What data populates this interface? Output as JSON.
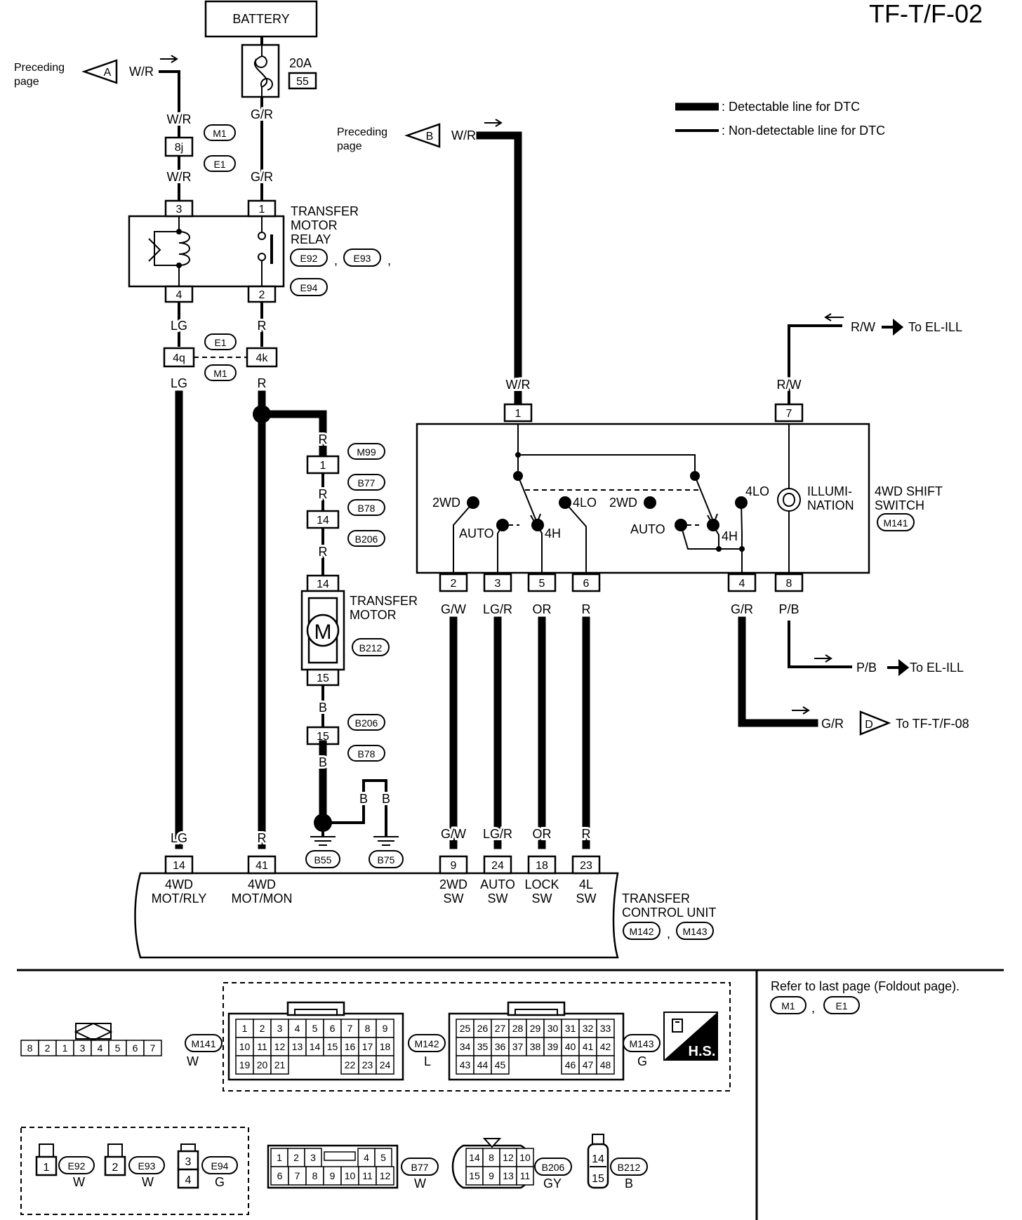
{
  "title": "TF-T/F-02",
  "legend": {
    "detectable": ": Detectable line for DTC",
    "non_detectable": ": Non-detectable line for DTC"
  },
  "battery": {
    "label": "BATTERY",
    "fuse_amp": "20A",
    "fuse_no": "55"
  },
  "offpage": {
    "preceding_page": [
      "Preceding",
      "page"
    ],
    "A": "A",
    "B": "B",
    "D": "D",
    "to_el_ill": "To EL-ILL",
    "to_tft08": "To TF-T/F-08"
  },
  "wire_colors": {
    "WR": "W/R",
    "GR": "G/R",
    "LG": "LG",
    "R": "R",
    "B": "B",
    "GW": "G/W",
    "LGR": "LG/R",
    "OR": "OR",
    "RW": "R/W",
    "PB": "P/B"
  },
  "connectors": {
    "M1": "M1",
    "E1": "E1",
    "E92": "E92",
    "E93": "E93",
    "E94": "E94",
    "M99": "M99",
    "B77": "B77",
    "B78": "B78",
    "B206": "B206",
    "B212": "B212",
    "B55": "B55",
    "B75": "B75",
    "M141": "M141",
    "M142": "M142",
    "M143": "M143"
  },
  "pins": {
    "p8j": "8j",
    "p4q": "4q",
    "p4k": "4k",
    "p1": "1",
    "p2": "2",
    "p3": "3",
    "p4": "4",
    "p5": "5",
    "p6": "6",
    "p7": "7",
    "p8": "8",
    "p9": "9",
    "p14": "14",
    "p15": "15",
    "p18": "18",
    "p23": "23",
    "p24": "24",
    "p41": "41"
  },
  "relay": {
    "l1": "TRANSFER",
    "l2": "MOTOR",
    "l3": "RELAY",
    "sep": ",",
    "sep2": ","
  },
  "motor": {
    "l1": "TRANSFER",
    "l2": "MOTOR",
    "symbol": "M"
  },
  "shift_switch": {
    "l1": "4WD SHIFT",
    "l2": "SWITCH",
    "pos_2wd": "2WD",
    "pos_auto": "AUTO",
    "pos_4h": "4H",
    "pos_4lo": "4LO",
    "illum1": "ILLUMI-",
    "illum2": "NATION"
  },
  "tcu": {
    "l1": "TRANSFER",
    "l2": "CONTROL UNIT",
    "sep": ",",
    "t14a": "4WD",
    "t14b": "MOT/RLY",
    "t41a": "4WD",
    "t41b": "MOT/MON",
    "t9a": "2WD",
    "t9b": "SW",
    "t24a": "AUTO",
    "t24b": "SW",
    "t18a": "LOCK",
    "t18b": "SW",
    "t23a": "4L",
    "t23b": "SW"
  },
  "refer": {
    "text": "Refer to last page (Foldout page).",
    "sep": ","
  },
  "hs_label": "H.S.",
  "connector_views": {
    "m141": {
      "pins": [
        "8",
        "2",
        "1",
        "3",
        "4",
        "5",
        "6",
        "7"
      ],
      "color": "W"
    },
    "m142": {
      "rows": [
        [
          "1",
          "2",
          "3",
          "4",
          "5",
          "6",
          "7",
          "8",
          "9"
        ],
        [
          "10",
          "11",
          "12",
          "13",
          "14",
          "15",
          "16",
          "17",
          "18"
        ],
        [
          "19",
          "20",
          "21",
          "",
          "",
          "",
          "22",
          "23",
          "24"
        ]
      ],
      "color": "L"
    },
    "m143": {
      "rows": [
        [
          "25",
          "26",
          "27",
          "28",
          "29",
          "30",
          "31",
          "32",
          "33"
        ],
        [
          "34",
          "35",
          "36",
          "37",
          "38",
          "39",
          "40",
          "41",
          "42"
        ],
        [
          "43",
          "44",
          "45",
          "",
          "",
          "",
          "46",
          "47",
          "48"
        ]
      ],
      "color": "G"
    },
    "e92": {
      "pins": [
        "1"
      ],
      "color": "W"
    },
    "e93": {
      "pins": [
        "2"
      ],
      "color": "W"
    },
    "e94": {
      "pins": [
        "3",
        "4"
      ],
      "color": "G"
    },
    "b77": {
      "rows": [
        [
          "1",
          "2",
          "3",
          "",
          "4",
          "5"
        ],
        [
          "6",
          "7",
          "8",
          "9",
          "10",
          "11",
          "12"
        ]
      ],
      "color": "W"
    },
    "b206": {
      "rows": [
        [
          "14",
          "8",
          "12",
          "10"
        ],
        [
          "15",
          "9",
          "13",
          "11"
        ]
      ],
      "color": "GY"
    },
    "b212": {
      "pins": [
        "14",
        "15"
      ],
      "color": "B"
    }
  }
}
